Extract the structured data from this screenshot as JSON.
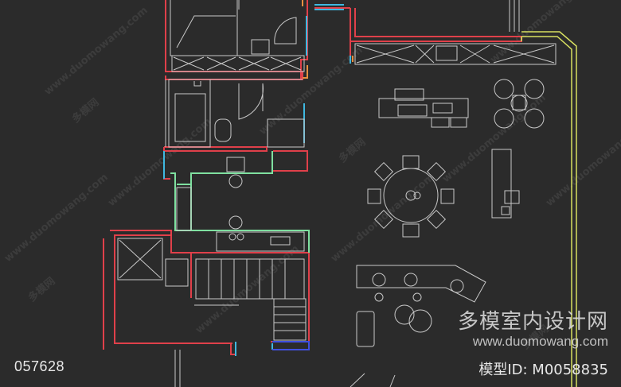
{
  "drawing": {
    "code": "057628",
    "brand_cn": "多模室内设计网",
    "brand_url": "www.duomowang.com",
    "model_id": "模型ID: M0058835",
    "watermark_url": "www.duomowang.com",
    "watermark_cn": "多模网"
  },
  "colors": {
    "background": "#2b2b2b",
    "line_white": "#c8c8c8",
    "line_red": "#e0404a",
    "line_cyan": "#3fb8e0",
    "line_green": "#7fe0a0",
    "line_yellow": "#d8e060",
    "line_orange": "#e89040",
    "line_blue": "#4050e0"
  }
}
